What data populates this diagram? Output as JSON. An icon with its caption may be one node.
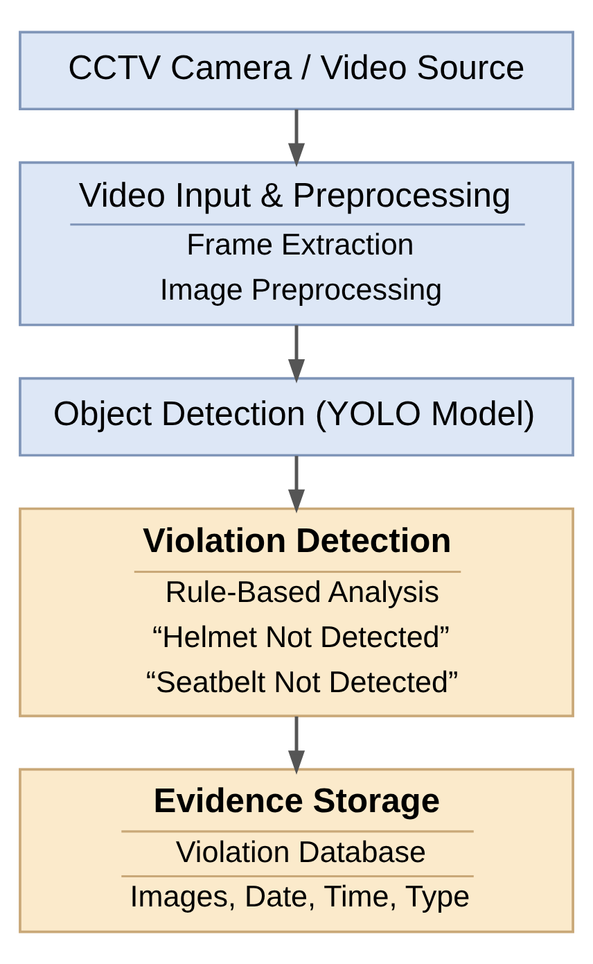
{
  "diagram": {
    "nodes": [
      {
        "text": [
          "CCTV Camera / Video Source"
        ]
      },
      {
        "text": [
          "Video Input & Preprocessing",
          "Frame Extraction",
          "Image Preprocessing"
        ]
      },
      {
        "text": [
          "Object Detection (YOLO Model)"
        ]
      },
      {
        "text": [
          "Violation Detection",
          "Rule-Based Analysis",
          "“Helmet Not Detected”",
          "“Seatbelt Not Detected”"
        ]
      },
      {
        "text": [
          "Evidence Storage",
          "Violation Database",
          "Images, Date, Time, Type"
        ]
      }
    ],
    "edges": [
      {
        "from": 0,
        "to": 1,
        "arrow": "to"
      },
      {
        "from": 1,
        "to": 2,
        "arrow": "to"
      },
      {
        "from": 2,
        "to": 3,
        "arrow": "to"
      },
      {
        "from": 3,
        "to": 4,
        "arrow": "to"
      }
    ]
  }
}
